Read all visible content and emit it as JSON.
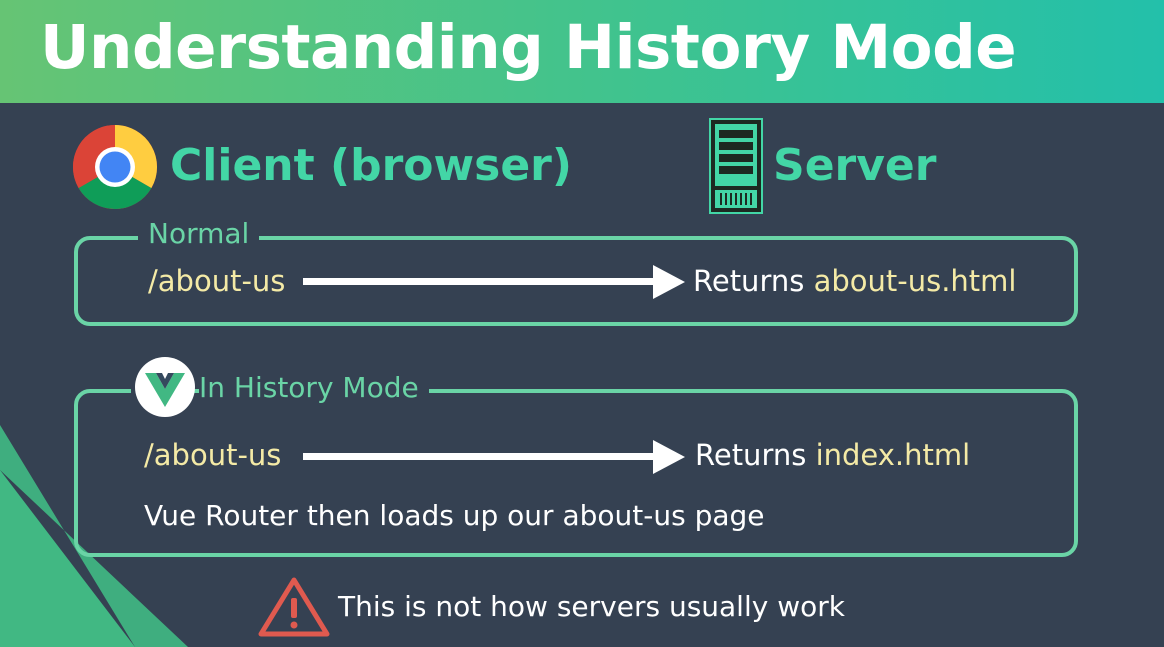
{
  "title": "Understanding History Mode",
  "client": {
    "label": "Client (browser)",
    "icon": "chrome-icon"
  },
  "server": {
    "label": "Server",
    "icon": "server-icon"
  },
  "normal": {
    "label": "Normal",
    "path": "/about-us",
    "returns_prefix": "Returns ",
    "returns_file": "about-us.html"
  },
  "history": {
    "label": "In History Mode",
    "icon": "vue-logo-icon",
    "path": "/about-us",
    "returns_prefix": "Returns ",
    "returns_file": "index.html",
    "note": "Vue Router then loads up our about-us page"
  },
  "warning": {
    "icon": "warning-icon",
    "text": "This is not how servers usually work"
  },
  "colors": {
    "background": "#354152",
    "accent": "#43d6a6",
    "box_border": "#6ad4a6",
    "highlight": "#f4eaa6",
    "warning": "#e05a4f"
  }
}
